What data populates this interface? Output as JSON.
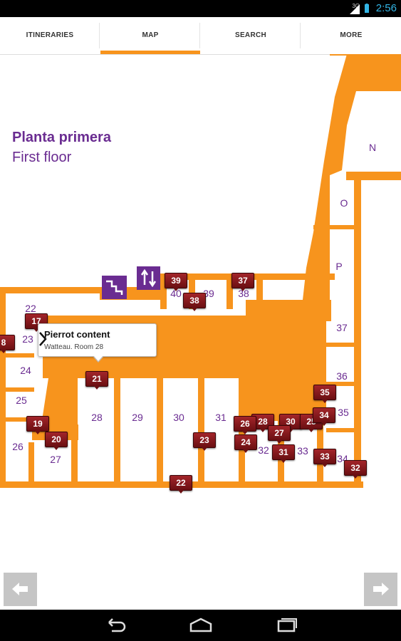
{
  "status_bar": {
    "time": "2:56",
    "network": "3G"
  },
  "tabs": [
    {
      "label": "ITINERARIES",
      "active": false
    },
    {
      "label": "MAP",
      "active": true
    },
    {
      "label": "SEARCH",
      "active": false
    },
    {
      "label": "MORE",
      "active": false
    }
  ],
  "map": {
    "title": "Planta primera",
    "subtitle": "First floor",
    "colors": {
      "corridor": "#f7941d",
      "label": "#6a2c91",
      "marker": "#8b1a1e"
    },
    "icons": [
      "stairs-icon",
      "elevator-icon"
    ],
    "room_labels": [
      "N",
      "O",
      "P",
      "37",
      "36",
      "35",
      "34",
      "33",
      "32",
      "31",
      "30",
      "29",
      "28",
      "27",
      "26",
      "25",
      "24",
      "23",
      "22",
      "40",
      "39",
      "38"
    ],
    "markers": [
      "39",
      "37",
      "38",
      "17",
      "8",
      "21",
      "19",
      "20",
      "35",
      "28",
      "26",
      "30",
      "25",
      "34",
      "27",
      "23",
      "24",
      "31",
      "33",
      "32",
      "22"
    ],
    "popup": {
      "title": "Pierrot content",
      "subtitle": "Watteau. Room 28"
    }
  },
  "bottom_nav": {
    "prev_icon": "arrow-left-icon",
    "next_icon": "arrow-right-icon"
  },
  "system_nav": {
    "icons": [
      "back-icon",
      "home-icon",
      "recents-icon"
    ]
  }
}
